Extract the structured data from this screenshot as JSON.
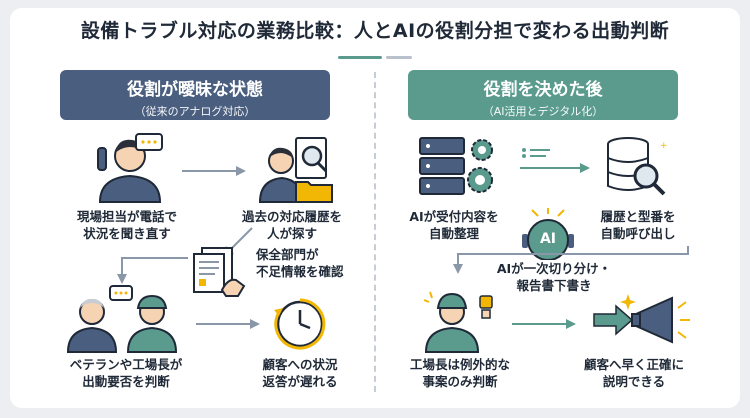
{
  "title": "設備トラブル対応の業務比較：人とAIの役割分担で変わる出動判断",
  "colors": {
    "left_accent": "#4a5f80",
    "right_accent": "#5a9b8e",
    "arrow_gray": "#8a97a8",
    "arrow_green": "#5a9b8e",
    "icon_gold": "#f2b705"
  },
  "left": {
    "banner_title": "役割が曖昧な状態",
    "banner_subtitle": "（従来のアナログ対応）",
    "steps": [
      {
        "icon": "phone-call-icon",
        "line1": "現場担当が電話で",
        "line2": "状況を聞き直す"
      },
      {
        "icon": "folder-search-icon",
        "line1": "過去の対応履歴を",
        "line2": "人が探す"
      },
      {
        "icon": "paper-forms-icon",
        "line1": "保全部門が",
        "line2": "不足情報を確認"
      },
      {
        "icon": "discussion-icon",
        "line1": "ベテランや工場長が",
        "line2": "出動要否を判断"
      },
      {
        "icon": "clock-icon",
        "line1": "顧客への状況",
        "line2": "返答が遅れる"
      }
    ]
  },
  "right": {
    "banner_title": "役割を決めた後",
    "banner_subtitle": "（AI活用とデジタル化）",
    "ai_badge": "AI",
    "steps": [
      {
        "icon": "server-gear-icon",
        "line1": "AIが受付内容を",
        "line2": "自動整理"
      },
      {
        "icon": "database-search-icon",
        "line1": "履歴と型番を",
        "line2": "自動呼び出し"
      },
      {
        "icon": "ai-head-icon",
        "line1": "AIが一次切り分け・",
        "line2": "報告書下書き"
      },
      {
        "icon": "factory-manager-icon",
        "line1": "工場長は例外的な",
        "line2": "事案のみ判断"
      },
      {
        "icon": "megaphone-icon",
        "line1": "顧客へ早く正確に",
        "line2": "説明できる"
      }
    ]
  }
}
